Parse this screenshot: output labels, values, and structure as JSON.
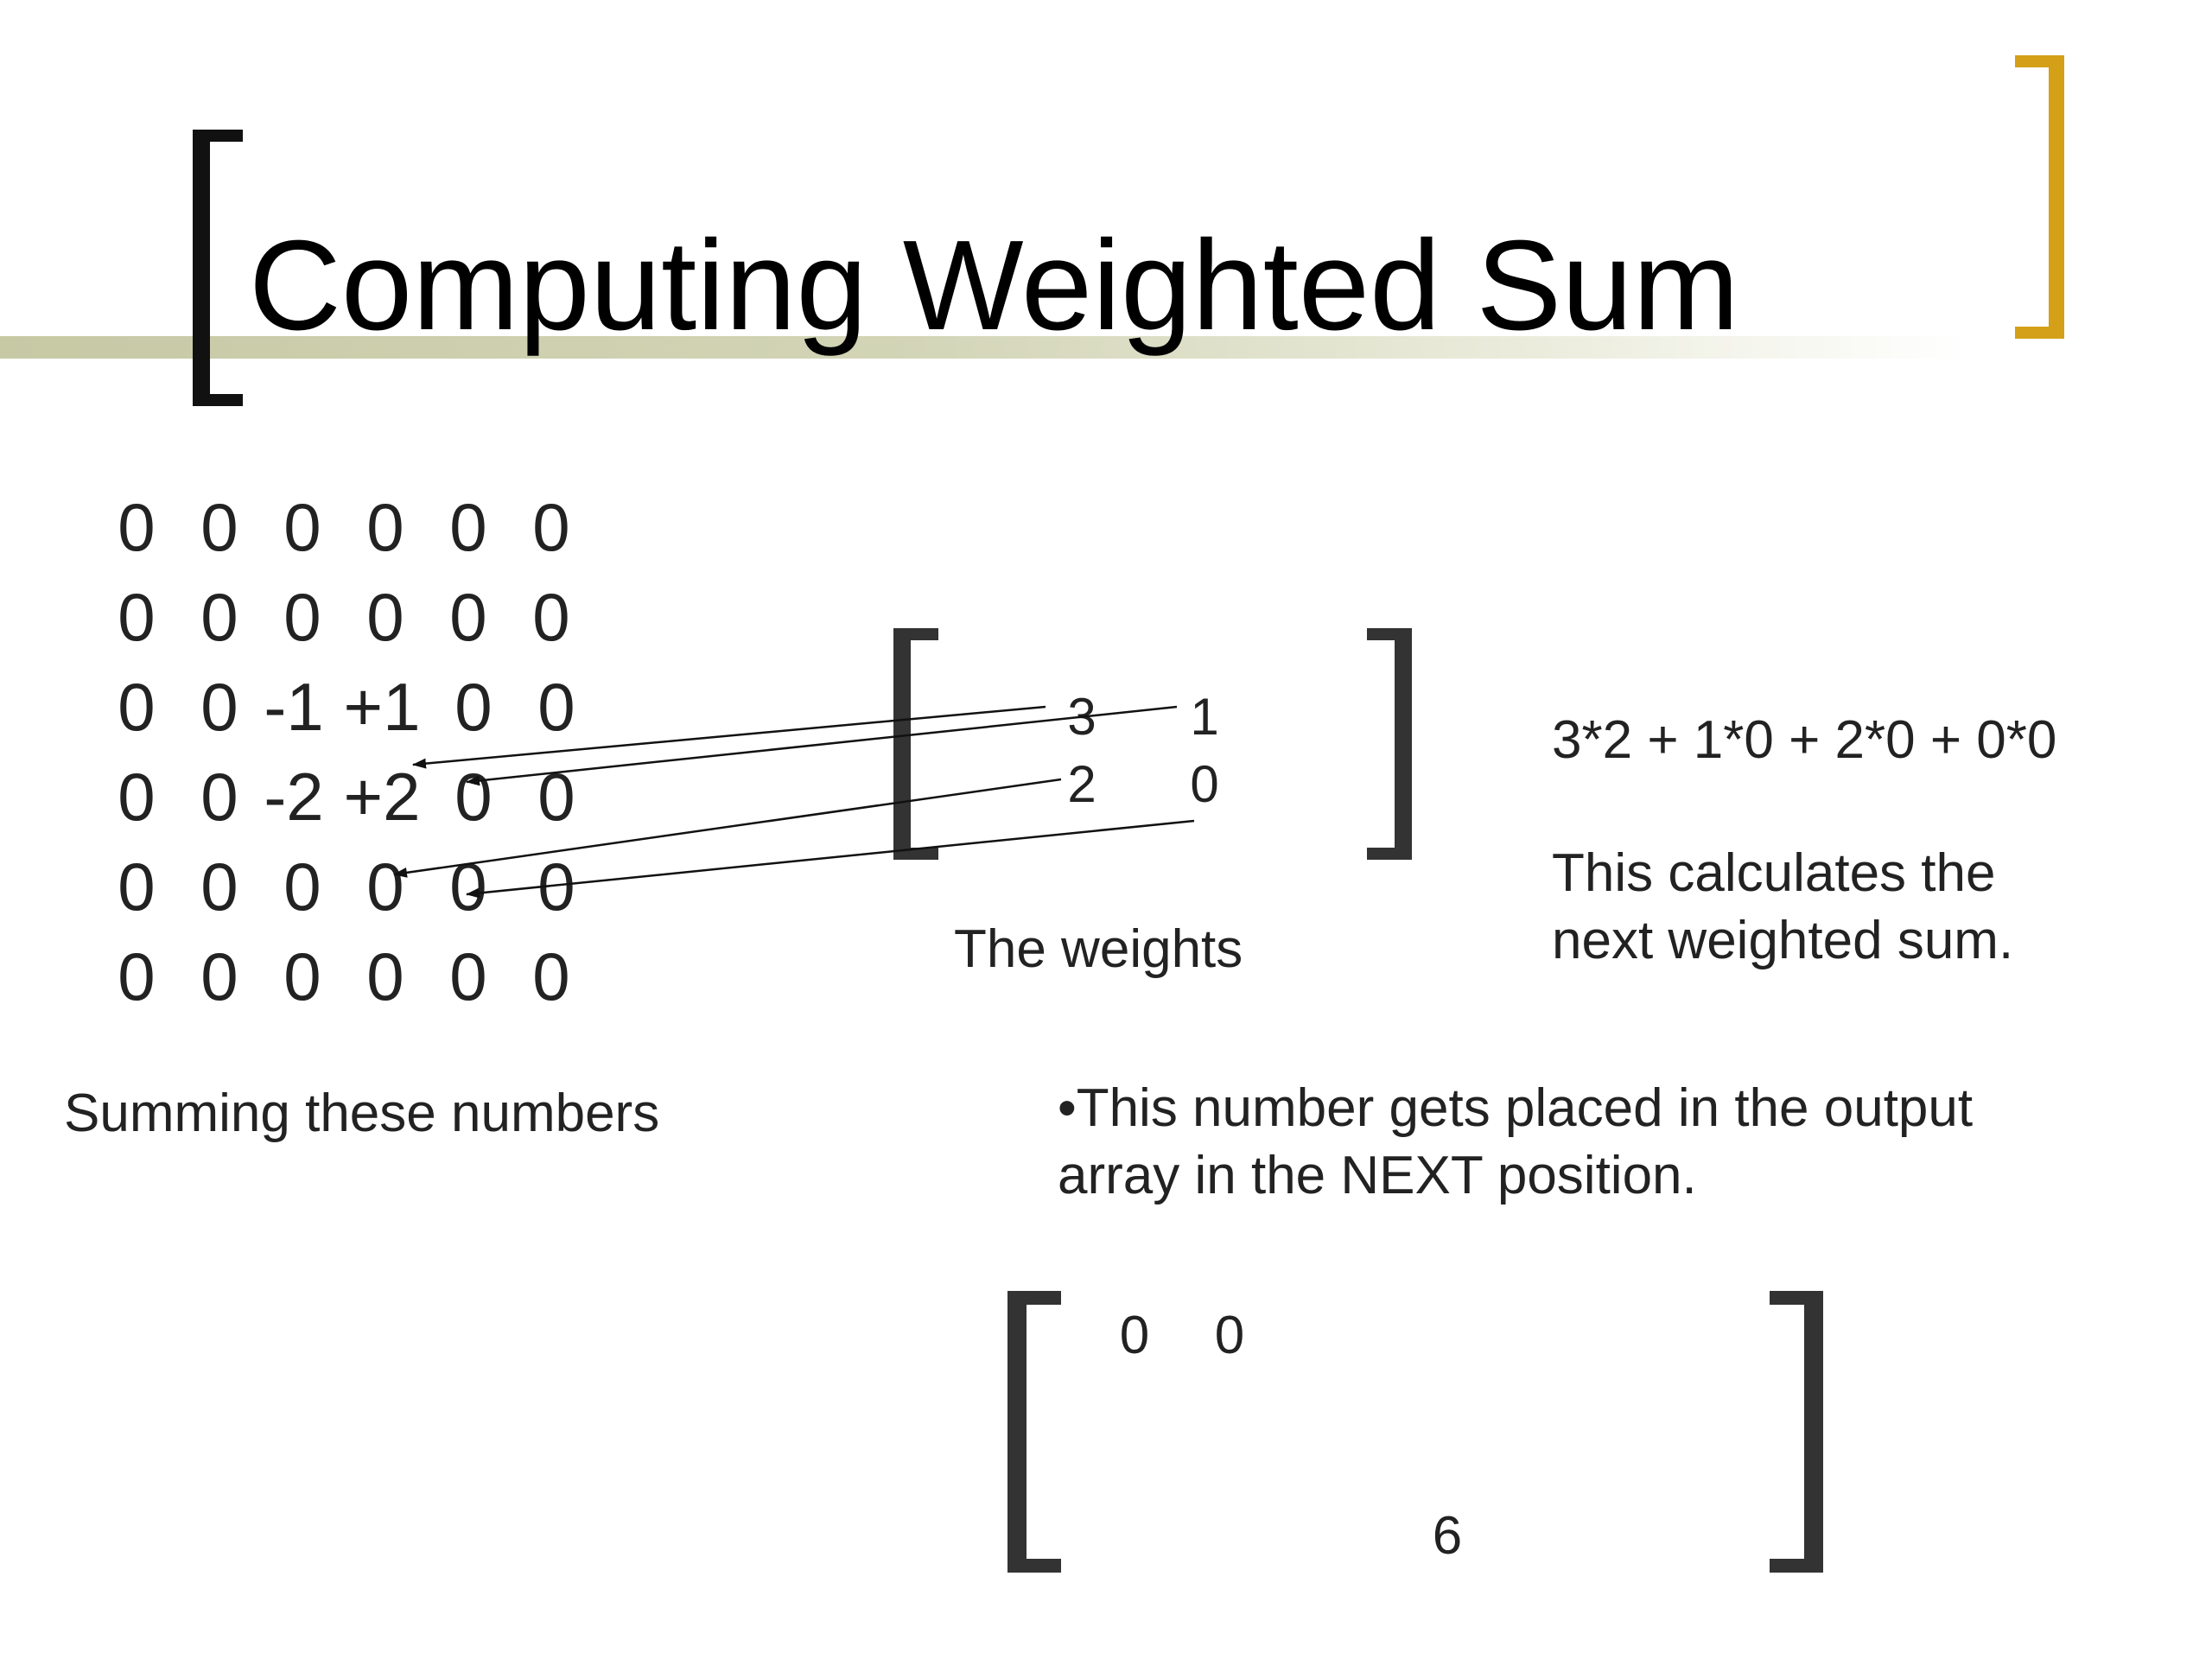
{
  "slide": {
    "title": "Computing Weighted Sum",
    "colors": {
      "accent": "#d4a017",
      "rule": "#c7c9a5",
      "bracket": "#333333",
      "text": "#222222"
    }
  },
  "input_grid": {
    "rows": [
      [
        "0",
        "0",
        "0",
        "0",
        "0",
        "0"
      ],
      [
        "0",
        "0",
        "0",
        "0",
        "0",
        "0"
      ],
      [
        "0",
        "0",
        "-1",
        "+1",
        "0",
        "0"
      ],
      [
        "0",
        "0",
        "-2",
        "+2",
        "0",
        "0"
      ],
      [
        "0",
        "0",
        "0",
        "0",
        "0",
        "0"
      ],
      [
        "0",
        "0",
        "0",
        "0",
        "0",
        "0"
      ]
    ],
    "caption": "Summing these numbers"
  },
  "weights": {
    "values": [
      [
        "3",
        "1"
      ],
      [
        "2",
        "0"
      ]
    ],
    "caption": "The weights"
  },
  "calculation": {
    "formula": "3*2 + 1*0 + 2*0 + 0*0",
    "description_lines": [
      "This calculates the",
      "next weighted sum."
    ]
  },
  "note": {
    "lines": [
      "•This number gets placed in the output",
      "array in the NEXT position."
    ]
  },
  "output": {
    "top_row": [
      "0",
      "0"
    ],
    "new_value": "6"
  }
}
